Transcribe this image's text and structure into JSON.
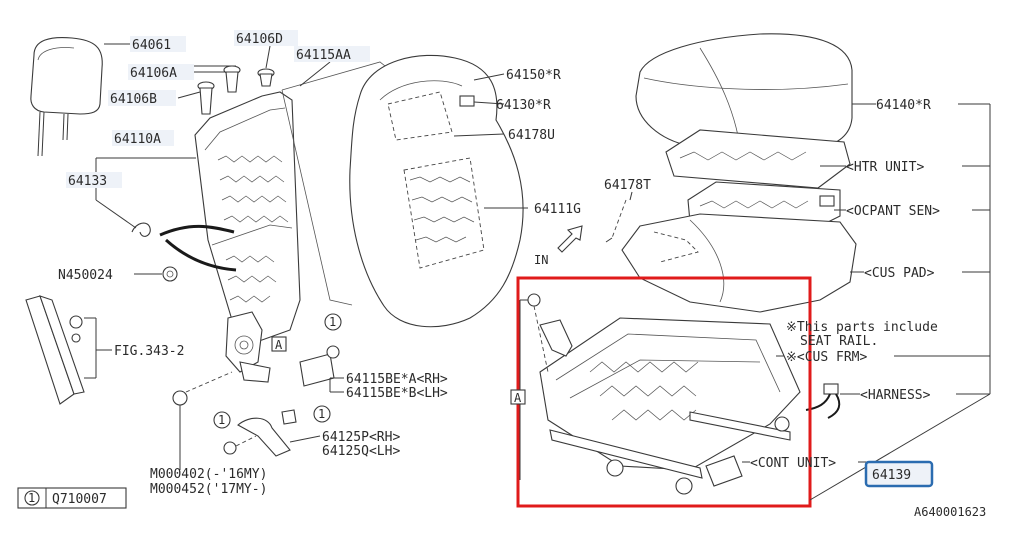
{
  "labels": {
    "p64061": "64061",
    "p64106D": "64106D",
    "p64106A": "64106A",
    "p64106B": "64106B",
    "p64115AA": "64115AA",
    "p64150R": "64150*R",
    "p64130R": "64130*R",
    "p64178U": "64178U",
    "p64110A": "64110A",
    "p64133": "64133",
    "p64178T": "64178T",
    "p64111G": "64111G",
    "pN450024": "N450024",
    "pFIG": "FIG.343-2",
    "p64140R": "64140*R",
    "htr": "<HTR UNIT>",
    "ocpant": "<OCPANT SEN>",
    "cuspad": "<CUS PAD>",
    "note1": "※This parts include",
    "note2": "SEAT RAIL.",
    "cusfrm": "※<CUS FRM>",
    "harness": "<HARNESS>",
    "contunit": "<CONT UNIT>",
    "p64139": "64139",
    "p64115BE_A": "64115BE*A<RH>",
    "p64115BE_B": "64115BE*B<LH>",
    "p64125P": "64125P<RH>",
    "p64125Q": "64125Q<LH>",
    "m1": "M000402(-'16MY)",
    "m2": "M000452('17MY-)",
    "legend_num": "1",
    "legend_part": "Q710007",
    "ref_a_left": "A",
    "ref_a_right": "A",
    "circ1": "1",
    "circ2": "1",
    "circ3": "1",
    "in_label": "IN",
    "catalog": "A640001623"
  },
  "colors": {
    "highlight_box": "#e01b1b",
    "highlight_badge": "#2b6cb0",
    "label_bg": "#eef2f8"
  }
}
